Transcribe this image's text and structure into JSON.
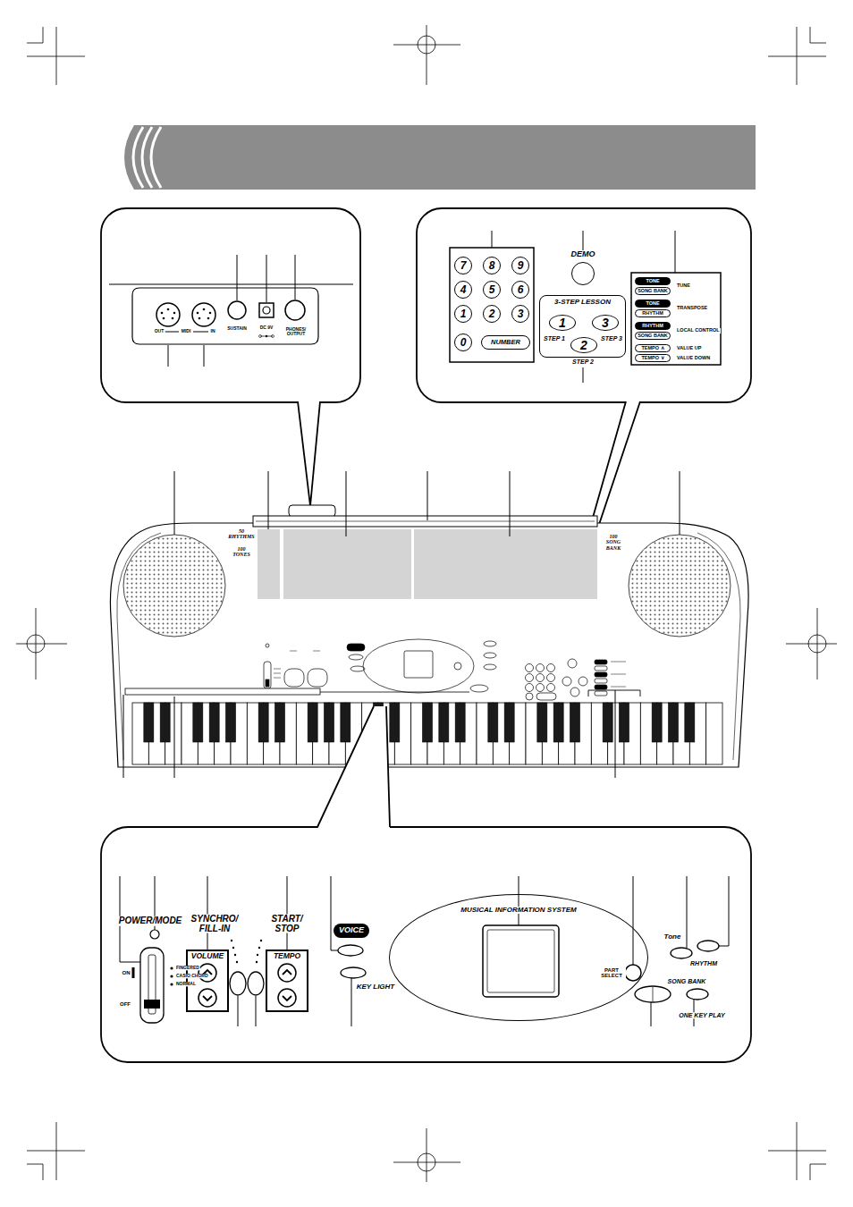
{
  "diagram": {
    "nodes": [
      {
        "text": [
          "7"
        ]
      },
      {
        "text": [
          "8"
        ]
      },
      {
        "text": [
          "9"
        ]
      },
      {
        "text": [
          "4"
        ]
      },
      {
        "text": [
          "5"
        ]
      },
      {
        "text": [
          "6"
        ]
      },
      {
        "text": [
          "1"
        ]
      },
      {
        "text": [
          "2"
        ]
      },
      {
        "text": [
          "3"
        ]
      },
      {
        "text": [
          "0"
        ]
      },
      {
        "text": [
          "NUMBER"
        ]
      },
      {
        "text": [
          "DEMO"
        ]
      },
      {
        "text": [
          "3-STEP LESSON"
        ]
      },
      {
        "text": [
          "1"
        ],
        "in": 12
      },
      {
        "text": [
          "3"
        ],
        "in": 12
      },
      {
        "text": [
          "2"
        ],
        "in": 12
      },
      {
        "text": [
          "TONE"
        ]
      },
      {
        "text": [
          "SONG BANK"
        ]
      },
      {
        "text": [
          "TONE"
        ]
      },
      {
        "text": [
          "RHYTHM"
        ]
      },
      {
        "text": [
          "RHYTHM"
        ]
      },
      {
        "text": [
          "SONG BANK"
        ]
      },
      {
        "text": [
          "TEMPO ∧"
        ]
      },
      {
        "text": [
          "TEMPO ∨"
        ]
      },
      {
        "text": [
          "VOLUME"
        ]
      },
      {
        "text": [
          "TEMPO"
        ]
      },
      {
        "text": [
          "VOICE"
        ]
      },
      {
        "text": [
          "MUSICAL INFORMATION SYSTEM"
        ]
      }
    ],
    "labels": [
      "OUT",
      "MIDI",
      "IN",
      "SUSTAIN",
      "DC 9V",
      "PHONES/ OUTPUT",
      "STEP 1",
      "STEP 3",
      "STEP 2",
      "TUNE",
      "TRANSPOSE",
      "LOCAL CONTROL",
      "VALUE UP",
      "VALUE DOWN",
      "50 RHYTHMS",
      "100 TONES",
      "100 SONG BANK",
      "POWER/MODE",
      "ON",
      "OFF",
      "FINGERED",
      "CASIO CHORD",
      "NORMAL",
      "SYNCHRO/ FILL-IN",
      "START/ STOP",
      "KEY LIGHT",
      "PART SELECT",
      "Tone",
      "RHYTHM",
      "SONG BANK",
      "ONE KEY PLAY"
    ]
  }
}
